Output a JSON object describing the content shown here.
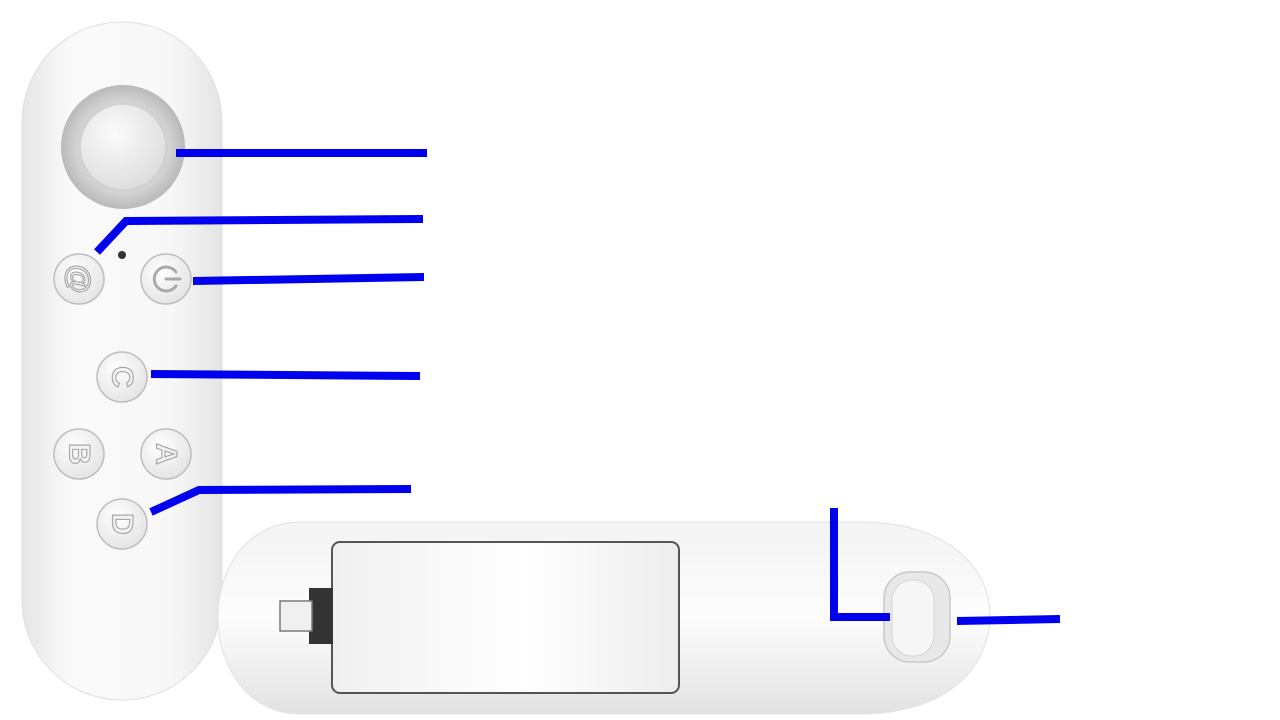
{
  "remote_buttons": {
    "at": "@",
    "c": "C",
    "b": "B",
    "a": "A",
    "d": "D"
  },
  "colors": {
    "callout_line": "#0000ee",
    "device_body": "#f1f1f1",
    "joystick_ring": "#c9c9c9"
  },
  "icons": [
    "power-icon",
    "at-sign-icon",
    "joystick-icon"
  ]
}
